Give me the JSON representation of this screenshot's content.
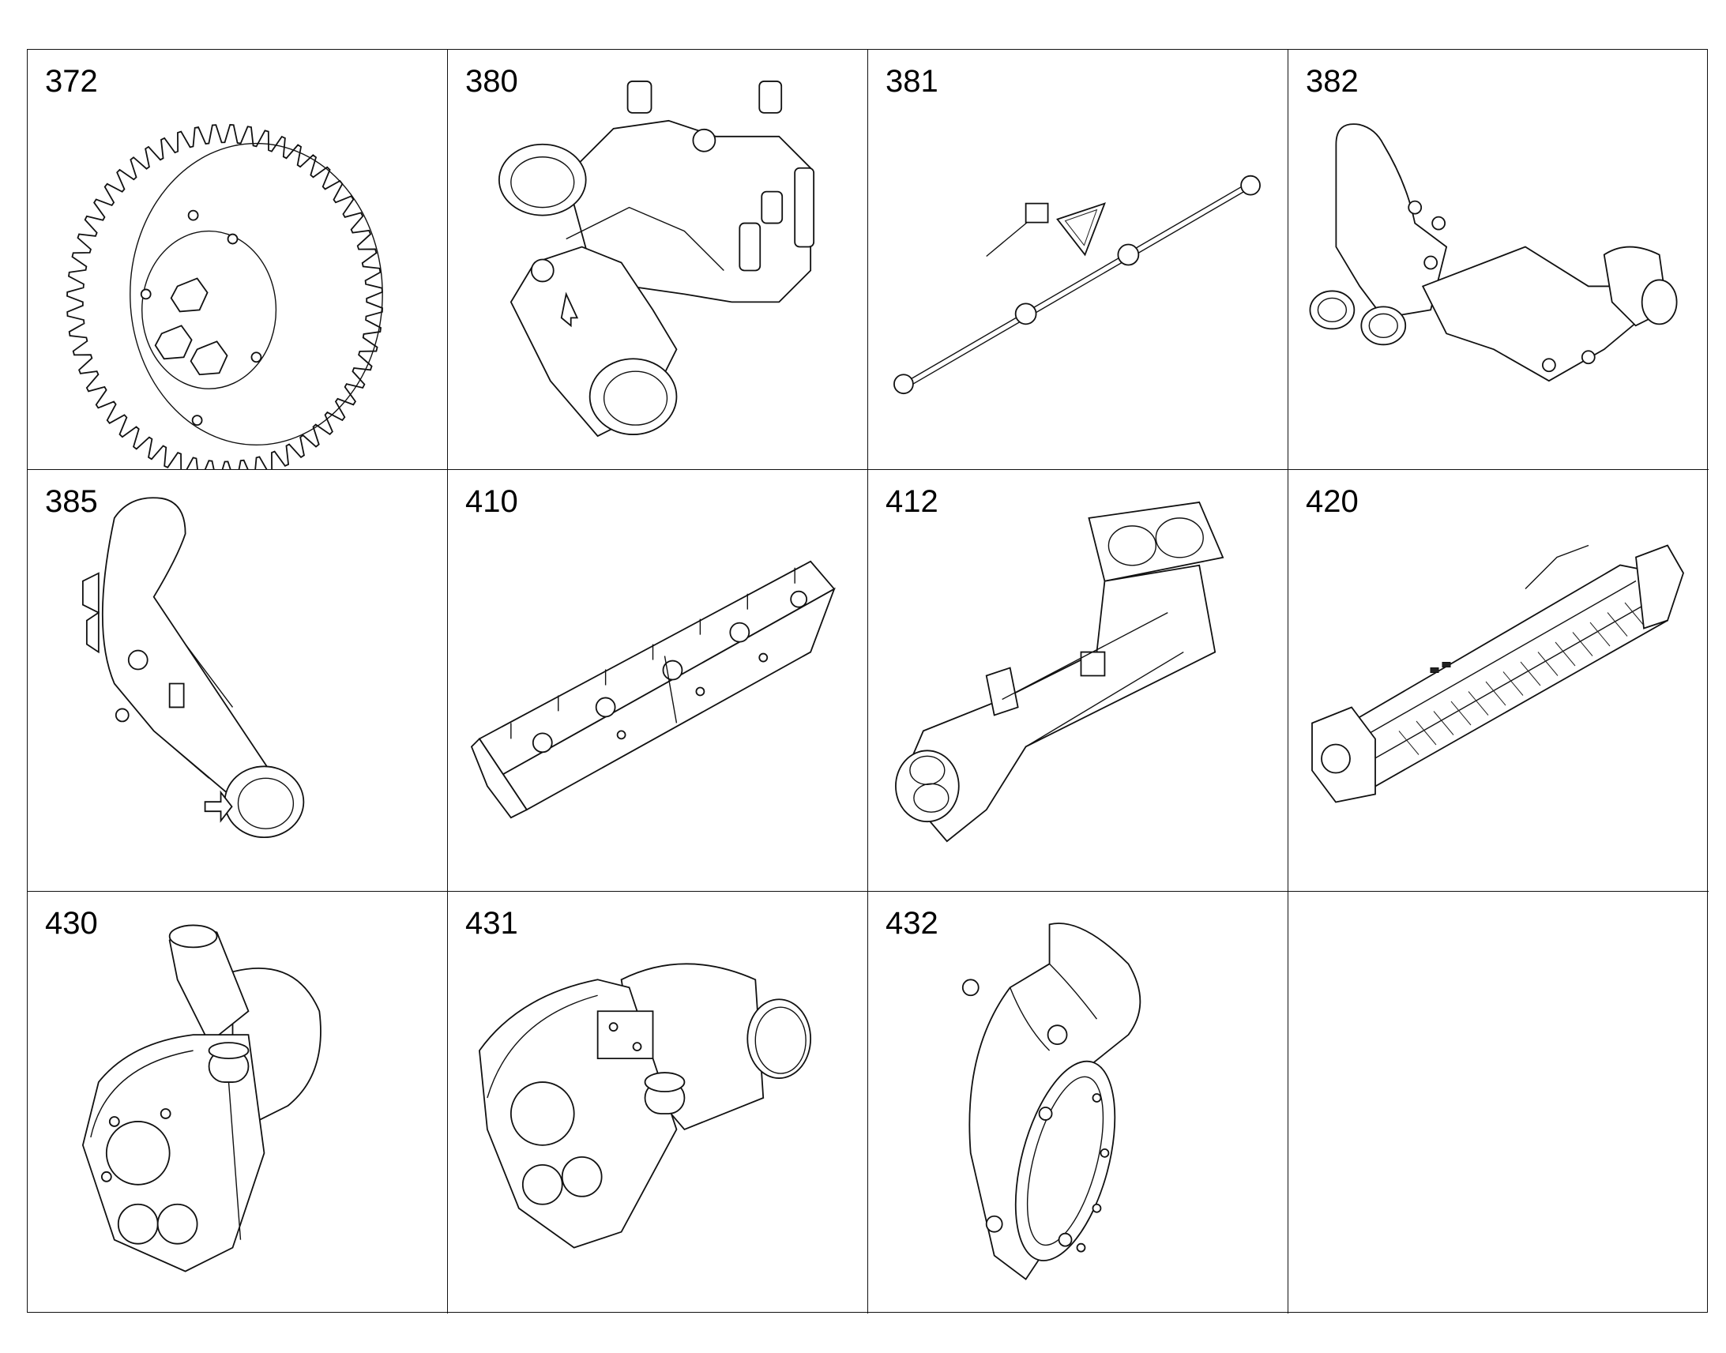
{
  "parts": [
    {
      "number": "372",
      "icon": "gear-icon"
    },
    {
      "number": "380",
      "icon": "pump-housing-icon"
    },
    {
      "number": "381",
      "icon": "pipe-assembly-icon"
    },
    {
      "number": "382",
      "icon": "manifold-pipe-icon"
    },
    {
      "number": "385",
      "icon": "elbow-pipe-icon"
    },
    {
      "number": "410",
      "icon": "rail-bracket-icon"
    },
    {
      "number": "412",
      "icon": "exhaust-manifold-icon"
    },
    {
      "number": "420",
      "icon": "egr-cooler-icon"
    },
    {
      "number": "430",
      "icon": "turbocharger-icon"
    },
    {
      "number": "431",
      "icon": "turbocharger-icon"
    },
    {
      "number": "432",
      "icon": "outlet-elbow-icon"
    },
    {
      "number": "",
      "icon": ""
    }
  ],
  "colors": {
    "line": "#111111",
    "background": "#ffffff"
  }
}
